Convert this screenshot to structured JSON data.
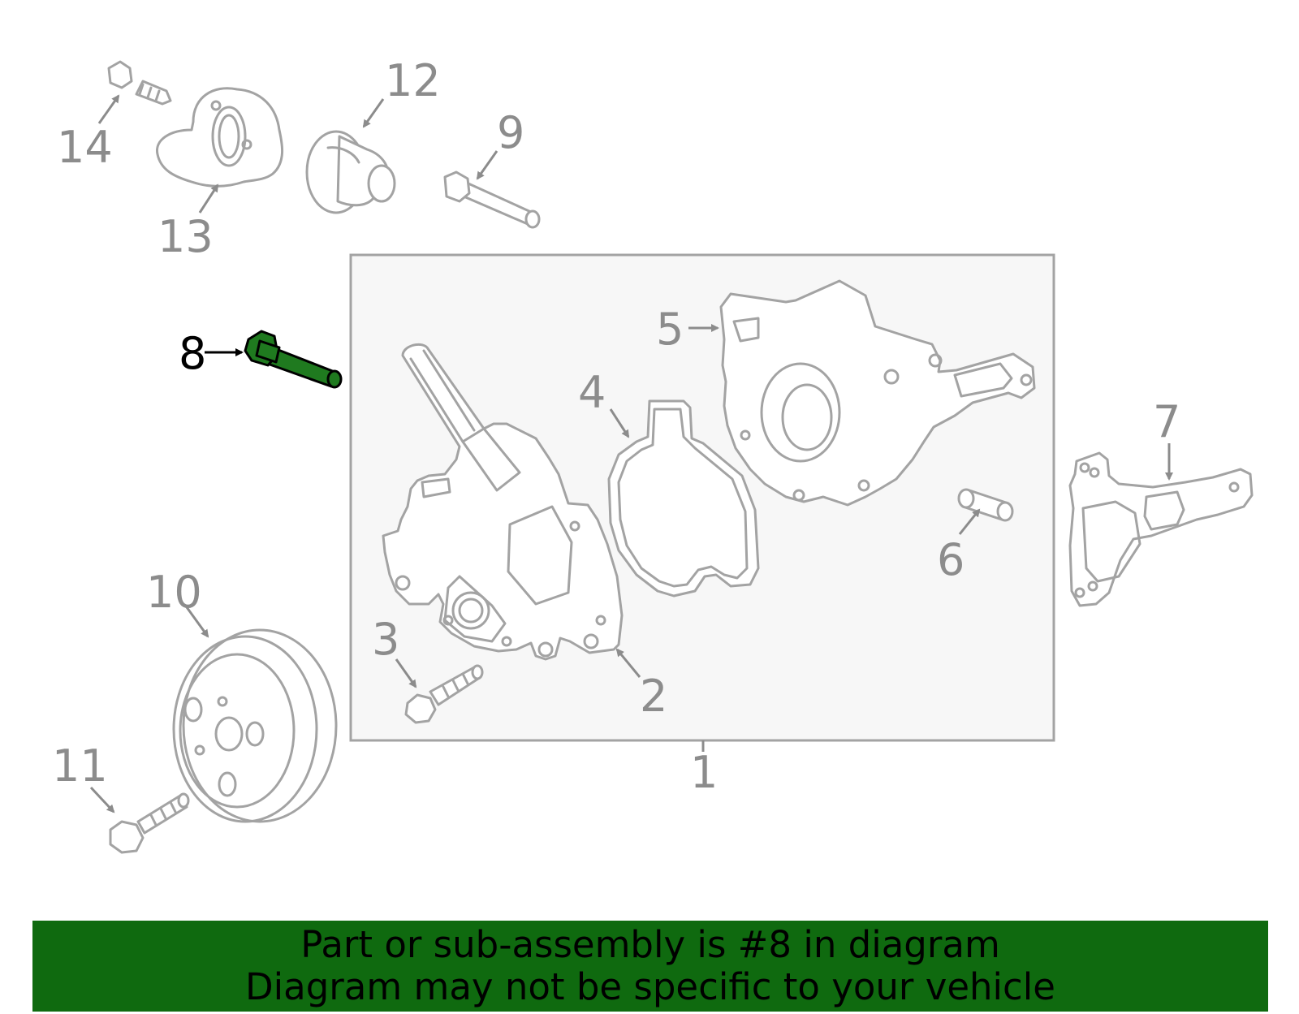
{
  "colors": {
    "highlight_part": "#1f7a1f",
    "banner_background": "#0f6a0f",
    "callout_gray": "#8c8c8c",
    "assembly_box_fill": "#f7f7f7"
  },
  "callouts": {
    "c1": "1",
    "c2": "2",
    "c3": "3",
    "c4": "4",
    "c5": "5",
    "c6": "6",
    "c7": "7",
    "c8": "8",
    "c9": "9",
    "c10": "10",
    "c11": "11",
    "c12": "12",
    "c13": "13",
    "c14": "14"
  },
  "highlighted_callout": "8",
  "banner": {
    "line1": "Part or sub-assembly is #8 in diagram",
    "line2": "Diagram may not be specific to your vehicle"
  }
}
